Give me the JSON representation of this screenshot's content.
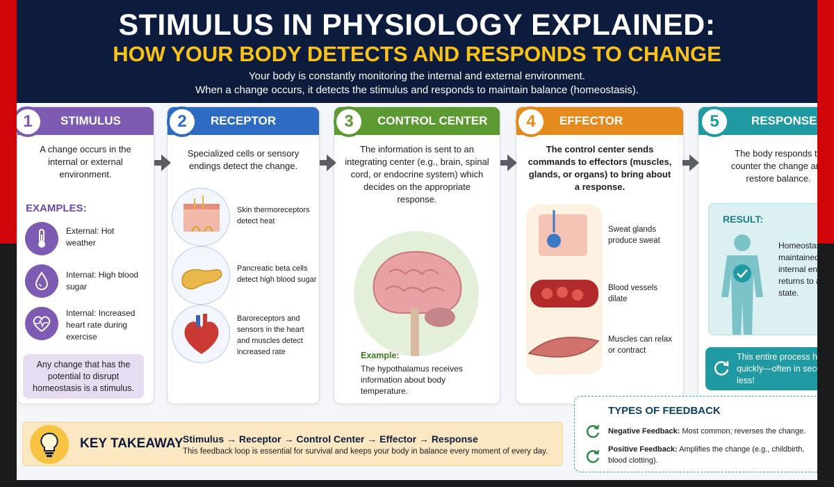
{
  "header": {
    "title_line1": "STIMULUS IN PHYSIOLOGY EXPLAINED:",
    "title_line2": "HOW YOUR BODY DETECTS AND RESPONDS TO CHANGE",
    "intro_line1": "Your body is constantly monitoring the internal and external environment.",
    "intro_line2": "When a change occurs, it detects the stimulus and responds to maintain balance (homeostasis)."
  },
  "colors": {
    "navy": "#0d1b3d",
    "gold": "#f8c21b",
    "purple": "#7d5bb3",
    "blue": "#2e6cc4",
    "green": "#5b9a31",
    "orange": "#e48a1f",
    "teal": "#1f9aa3"
  },
  "steps": [
    {
      "number": "1",
      "title": "STIMULUS",
      "description": "A change occurs in the internal or external environment.",
      "examples_label": "EXAMPLES:",
      "examples": [
        {
          "icon": "thermometer-icon",
          "text": "External: Hot weather"
        },
        {
          "icon": "blood-drop-icon",
          "text": "Internal: High blood sugar"
        },
        {
          "icon": "heartbeat-icon",
          "text": "Internal: Increased heart rate during exercise"
        }
      ],
      "note": "Any change that has the potential to disrupt homeostasis is a stimulus."
    },
    {
      "number": "2",
      "title": "RECEPTOR",
      "description": "Specialized cells or sensory endings detect the change.",
      "items": [
        {
          "icon": "skin-receptor-icon",
          "text": "Skin thermoreceptors detect heat"
        },
        {
          "icon": "pancreas-icon",
          "text": "Pancreatic beta cells detect high blood sugar"
        },
        {
          "icon": "heart-icon",
          "text": "Baroreceptors and sensors in the heart and muscles detect increased rate"
        }
      ]
    },
    {
      "number": "3",
      "title": "CONTROL CENTER",
      "description": "The information is sent to an integrating center (e.g., brain, spinal cord, or endocrine system) which decides on the appropriate response.",
      "example_label": "Example:",
      "example_text": "The hypothalamus receives information about body temperature."
    },
    {
      "number": "4",
      "title": "EFFECTOR",
      "description": "The control center sends commands to effectors (muscles, glands, or organs) to bring about a response.",
      "items": [
        {
          "icon": "sweat-gland-icon",
          "text": "Sweat glands produce sweat"
        },
        {
          "icon": "blood-vessel-icon",
          "text": "Blood vessels dilate"
        },
        {
          "icon": "muscle-icon",
          "text": "Muscles can relax or contract"
        }
      ]
    },
    {
      "number": "5",
      "title": "RESPONSE",
      "description": "The body responds to counter the change and restore balance.",
      "result_label": "RESULT:",
      "result_text": "Homeostasis is maintained. The internal environment returns to a stable state.",
      "quick_note": "This entire process happens quickly—often in seconds or less!"
    }
  ],
  "takeaway": {
    "title": "KEY TAKEAWAY",
    "flow": "Stimulus → Receptor → Control Center → Effector → Response",
    "note": "This feedback loop is essential for survival and keeps your body in balance every moment of every day."
  },
  "feedback": {
    "title": "TYPES OF FEEDBACK",
    "negative_label": "Negative Feedback:",
    "negative_text": " Most common; reverses the change.",
    "positive_label": "Positive Feedback:",
    "positive_text": " Amplifies the change (e.g., childbirth, blood clotting)."
  }
}
